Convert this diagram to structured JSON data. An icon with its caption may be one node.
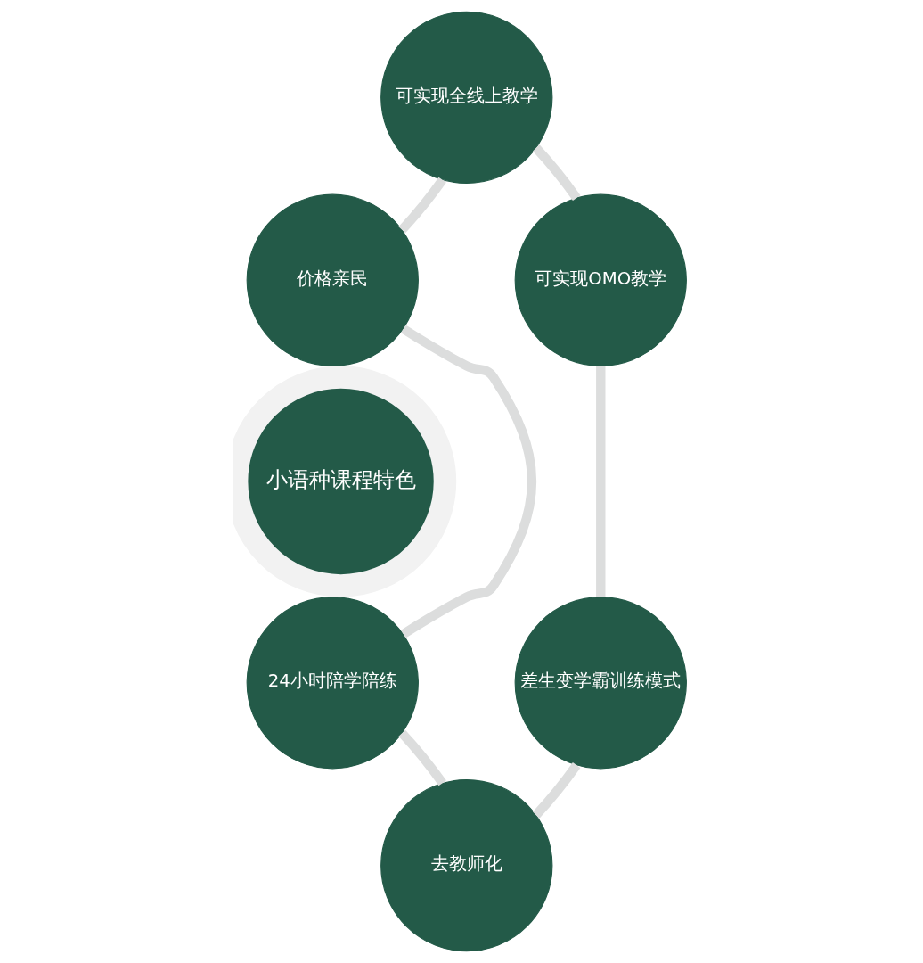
{
  "diagram": {
    "nodes": [
      {
        "text": [
          "可实现全线上教学"
        ]
      },
      {
        "text": [
          "价格亲民"
        ]
      },
      {
        "text": [
          "可实现OMO教学"
        ]
      },
      {
        "text": [
          "小语种课程特色"
        ]
      },
      {
        "text": [
          "差生变学霸训练模式"
        ]
      },
      {
        "text": [
          "24小时陪学陪练"
        ]
      },
      {
        "text": [
          "去教师化"
        ]
      }
    ],
    "edges": [
      {
        "from": 0,
        "to": 2,
        "arrow": "none"
      },
      {
        "from": 2,
        "to": 4,
        "arrow": "none"
      },
      {
        "from": 4,
        "to": 6,
        "arrow": "none"
      },
      {
        "from": 6,
        "to": 5,
        "arrow": "none"
      },
      {
        "from": 5,
        "to": 1,
        "arrow": "none"
      },
      {
        "from": 1,
        "to": 0,
        "arrow": "none"
      }
    ]
  }
}
